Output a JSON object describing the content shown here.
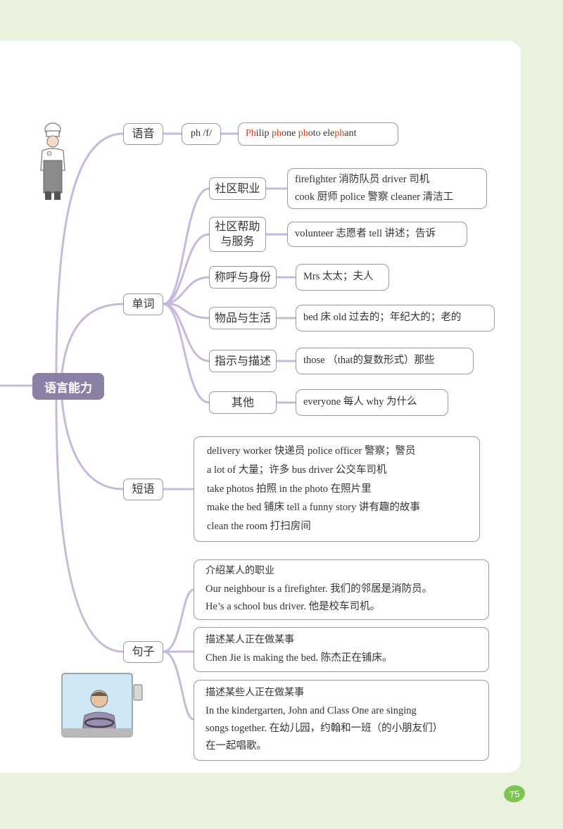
{
  "root": "语言能力",
  "phonics": {
    "label": "语音",
    "sound": "ph /f/",
    "words": [
      {
        "pre": "",
        "hl": "Ph",
        "post": "ilip"
      },
      {
        "pre": "",
        "hl": "ph",
        "post": "one"
      },
      {
        "pre": "",
        "hl": "ph",
        "post": "oto"
      },
      {
        "pre": "ele",
        "hl": "ph",
        "post": "ant"
      }
    ]
  },
  "vocab": {
    "label": "单词",
    "categories": [
      {
        "label": "社区职业",
        "lines": [
          "firefighter 消防队员  driver 司机",
          "cook 厨师  police 警察  cleaner 清洁工"
        ]
      },
      {
        "label": "社区帮助与服务",
        "lines": [
          "volunteer 志愿者  tell 讲述；告诉"
        ]
      },
      {
        "label": "称呼与身份",
        "lines": [
          "Mrs 太太；夫人"
        ]
      },
      {
        "label": "物品与生活",
        "lines": [
          "bed 床   old 过去的；年纪大的；老的"
        ]
      },
      {
        "label": "指示与描述",
        "lines": [
          "those （that的复数形式）那些"
        ]
      },
      {
        "label": "其他",
        "lines": [
          "everyone 每人  why 为什么"
        ]
      }
    ]
  },
  "phrases": {
    "label": "短语",
    "lines": [
      "delivery worker 快递员   police officer 警察；警员",
      "a lot of 大量；许多   bus driver 公交车司机",
      "take photos 拍照   in the photo 在照片里",
      "make the bed 铺床   tell a funny story 讲有趣的故事",
      "clean the room 打扫房间"
    ]
  },
  "sentences": {
    "label": "句子",
    "groups": [
      {
        "title": "介绍某人的职业",
        "lines": [
          "Our neighbour is a firefighter. 我们的邻居是消防员。",
          "He’s a school bus driver. 他是校车司机。"
        ]
      },
      {
        "title": "描述某人正在做某事",
        "lines": [
          "Chen Jie is making the bed. 陈杰正在铺床。"
        ]
      },
      {
        "title": "描述某些人正在做某事",
        "lines": [
          "In the kindergarten, John and Class One are singing",
          "songs together. 在幼儿园，约翰和一班（的小朋友们）",
          "在一起唱歌。"
        ]
      }
    ]
  },
  "page_number": "75",
  "colors": {
    "branch": "#c7b8dc",
    "root": "#8c7fa6",
    "highlight": "#e0391c",
    "page_badge": "#7dc453"
  }
}
